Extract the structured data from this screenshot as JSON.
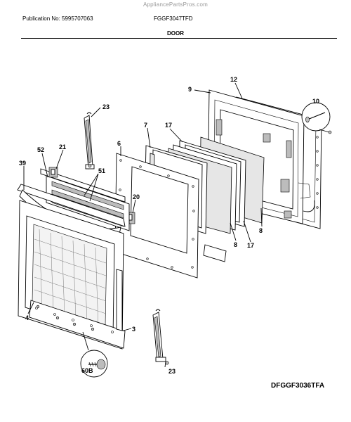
{
  "header": {
    "watermark": "AppliancePartsPros.com",
    "publication": "Publication No: 5995707063",
    "model": "FGGF3047TFD",
    "section": "DOOR"
  },
  "footer": {
    "diagram_code": "DFGGF3036TFA"
  },
  "callouts": {
    "p12": "12",
    "p9": "9",
    "p10": "10",
    "p23_top": "23",
    "p7": "7",
    "p17_top": "17",
    "p6": "6",
    "p52": "52",
    "p21": "21",
    "p39": "39",
    "p51": "51",
    "p20": "20",
    "p8_right": "8",
    "p17_bottom": "17",
    "p8_mid": "8",
    "p4": "4",
    "p3": "3",
    "p60b": "60B",
    "p23_bottom": "23"
  }
}
